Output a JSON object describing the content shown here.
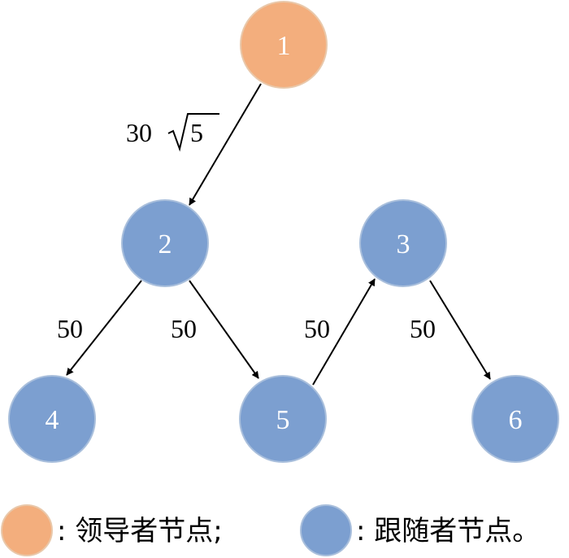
{
  "colors": {
    "leader": "#f3ae7d",
    "follower": "#7c9fd0",
    "edge": "#000000"
  },
  "nodes": [
    {
      "id": "1",
      "label": "1",
      "role": "leader"
    },
    {
      "id": "2",
      "label": "2",
      "role": "follower"
    },
    {
      "id": "3",
      "label": "3",
      "role": "follower"
    },
    {
      "id": "4",
      "label": "4",
      "role": "follower"
    },
    {
      "id": "5",
      "label": "5",
      "role": "follower"
    },
    {
      "id": "6",
      "label": "6",
      "role": "follower"
    }
  ],
  "edges": [
    {
      "from": "1",
      "to": "2",
      "weight": "30",
      "radicand": "5"
    },
    {
      "from": "2",
      "to": "4",
      "weight": "50"
    },
    {
      "from": "2",
      "to": "5",
      "weight": "50"
    },
    {
      "from": "5",
      "to": "3",
      "weight": "50"
    },
    {
      "from": "3",
      "to": "6",
      "weight": "50"
    }
  ],
  "legend": {
    "leader_text": ": 领导者节点;",
    "follower_text": ": 跟随者节点。"
  }
}
